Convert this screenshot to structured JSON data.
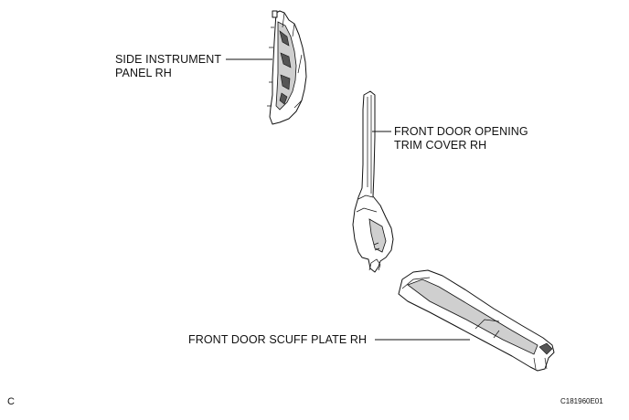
{
  "labels": {
    "side_panel": [
      "SIDE INSTRUMENT",
      "PANEL RH"
    ],
    "trim_cover": [
      "FRONT DOOR OPENING",
      "TRIM COVER RH"
    ],
    "scuff_plate": [
      "FRONT DOOR SCUFF PLATE RH"
    ]
  },
  "corner_left": "C",
  "corner_right": "C181960E01"
}
